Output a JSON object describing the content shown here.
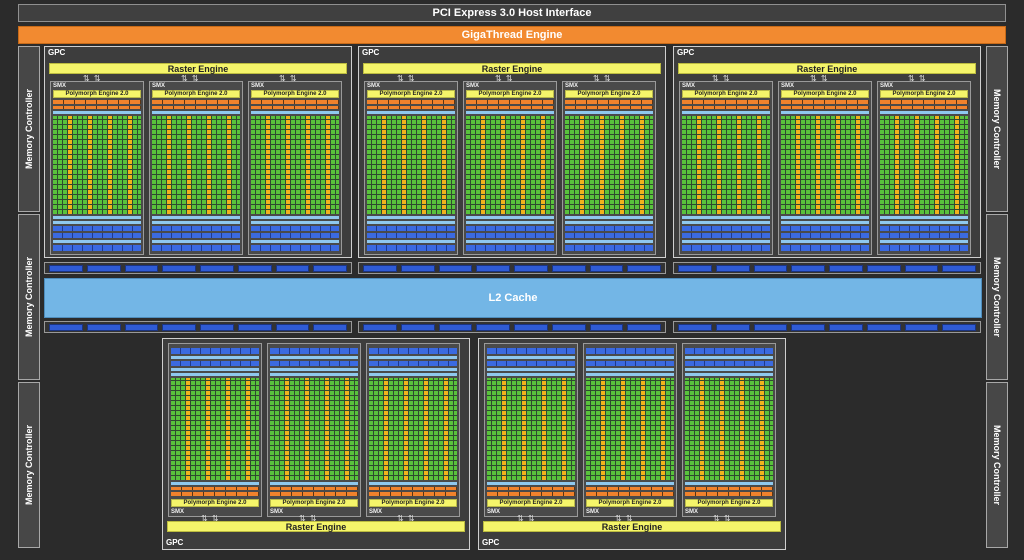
{
  "header": {
    "pcie_label": "PCI Express 3.0 Host Interface",
    "gigathread_label": "GigaThread Engine"
  },
  "memory_controller_label": "Memory Controller",
  "l2_label": "L2 Cache",
  "gpc": {
    "label": "GPC",
    "raster_label": "Raster Engine",
    "smx_label": "SMX",
    "polymorph_label": "Polymorph Engine 2.0",
    "arrows_glyph": "⇅ ⇅"
  },
  "colors": {
    "gigathread": "#f28a30",
    "raster": "#f5f56a",
    "core_green": "#59c23c",
    "core_yellow": "#f1b21c",
    "l2": "#73b6e6",
    "memory_blue": "#2f5bd6"
  }
}
